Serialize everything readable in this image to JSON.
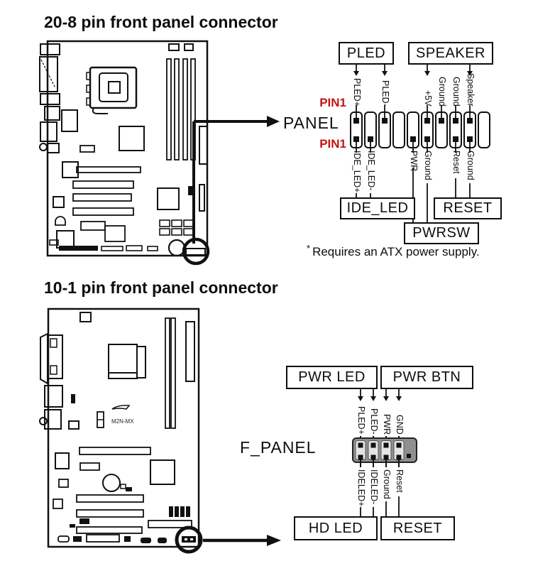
{
  "colors": {
    "ink": "#111111",
    "red": "#c41414",
    "connector_gray": "#8f8f8f",
    "cell_gray": "#e4e4e4"
  },
  "diagram1": {
    "title": "20-8 pin front panel connector",
    "panel_label": "PANEL",
    "pin1_top": "PIN1",
    "pin1_bottom": "PIN1",
    "boxes": {
      "pled": "PLED",
      "speaker": "SPEAKER",
      "ide_led": "IDE_LED",
      "reset": "RESET",
      "pwrsw": "PWRSW"
    },
    "top_pins": [
      "PLED+",
      "PLED-",
      "+5V",
      "Ground",
      "Ground",
      "Speaker"
    ],
    "bottom_pins": [
      "IDE_LED+",
      "IDE_LED-",
      "PWR",
      "Ground",
      "Reset",
      "Ground"
    ],
    "note_marker": "*",
    "note": "Requires an ATX power supply."
  },
  "diagram2": {
    "title": "10-1 pin front panel connector",
    "panel_label": "F_PANEL",
    "boxes": {
      "pwr_led": "PWR LED",
      "pwr_btn": "PWR BTN",
      "hd_led": "HD LED",
      "reset": "RESET"
    },
    "top_pins": [
      "PLED+",
      "PLED-",
      "PWR",
      "GND"
    ],
    "bottom_pins": [
      "IDELED+",
      "IDELED-",
      "Ground",
      "Reset"
    ],
    "board_model": "M2N-MX"
  }
}
